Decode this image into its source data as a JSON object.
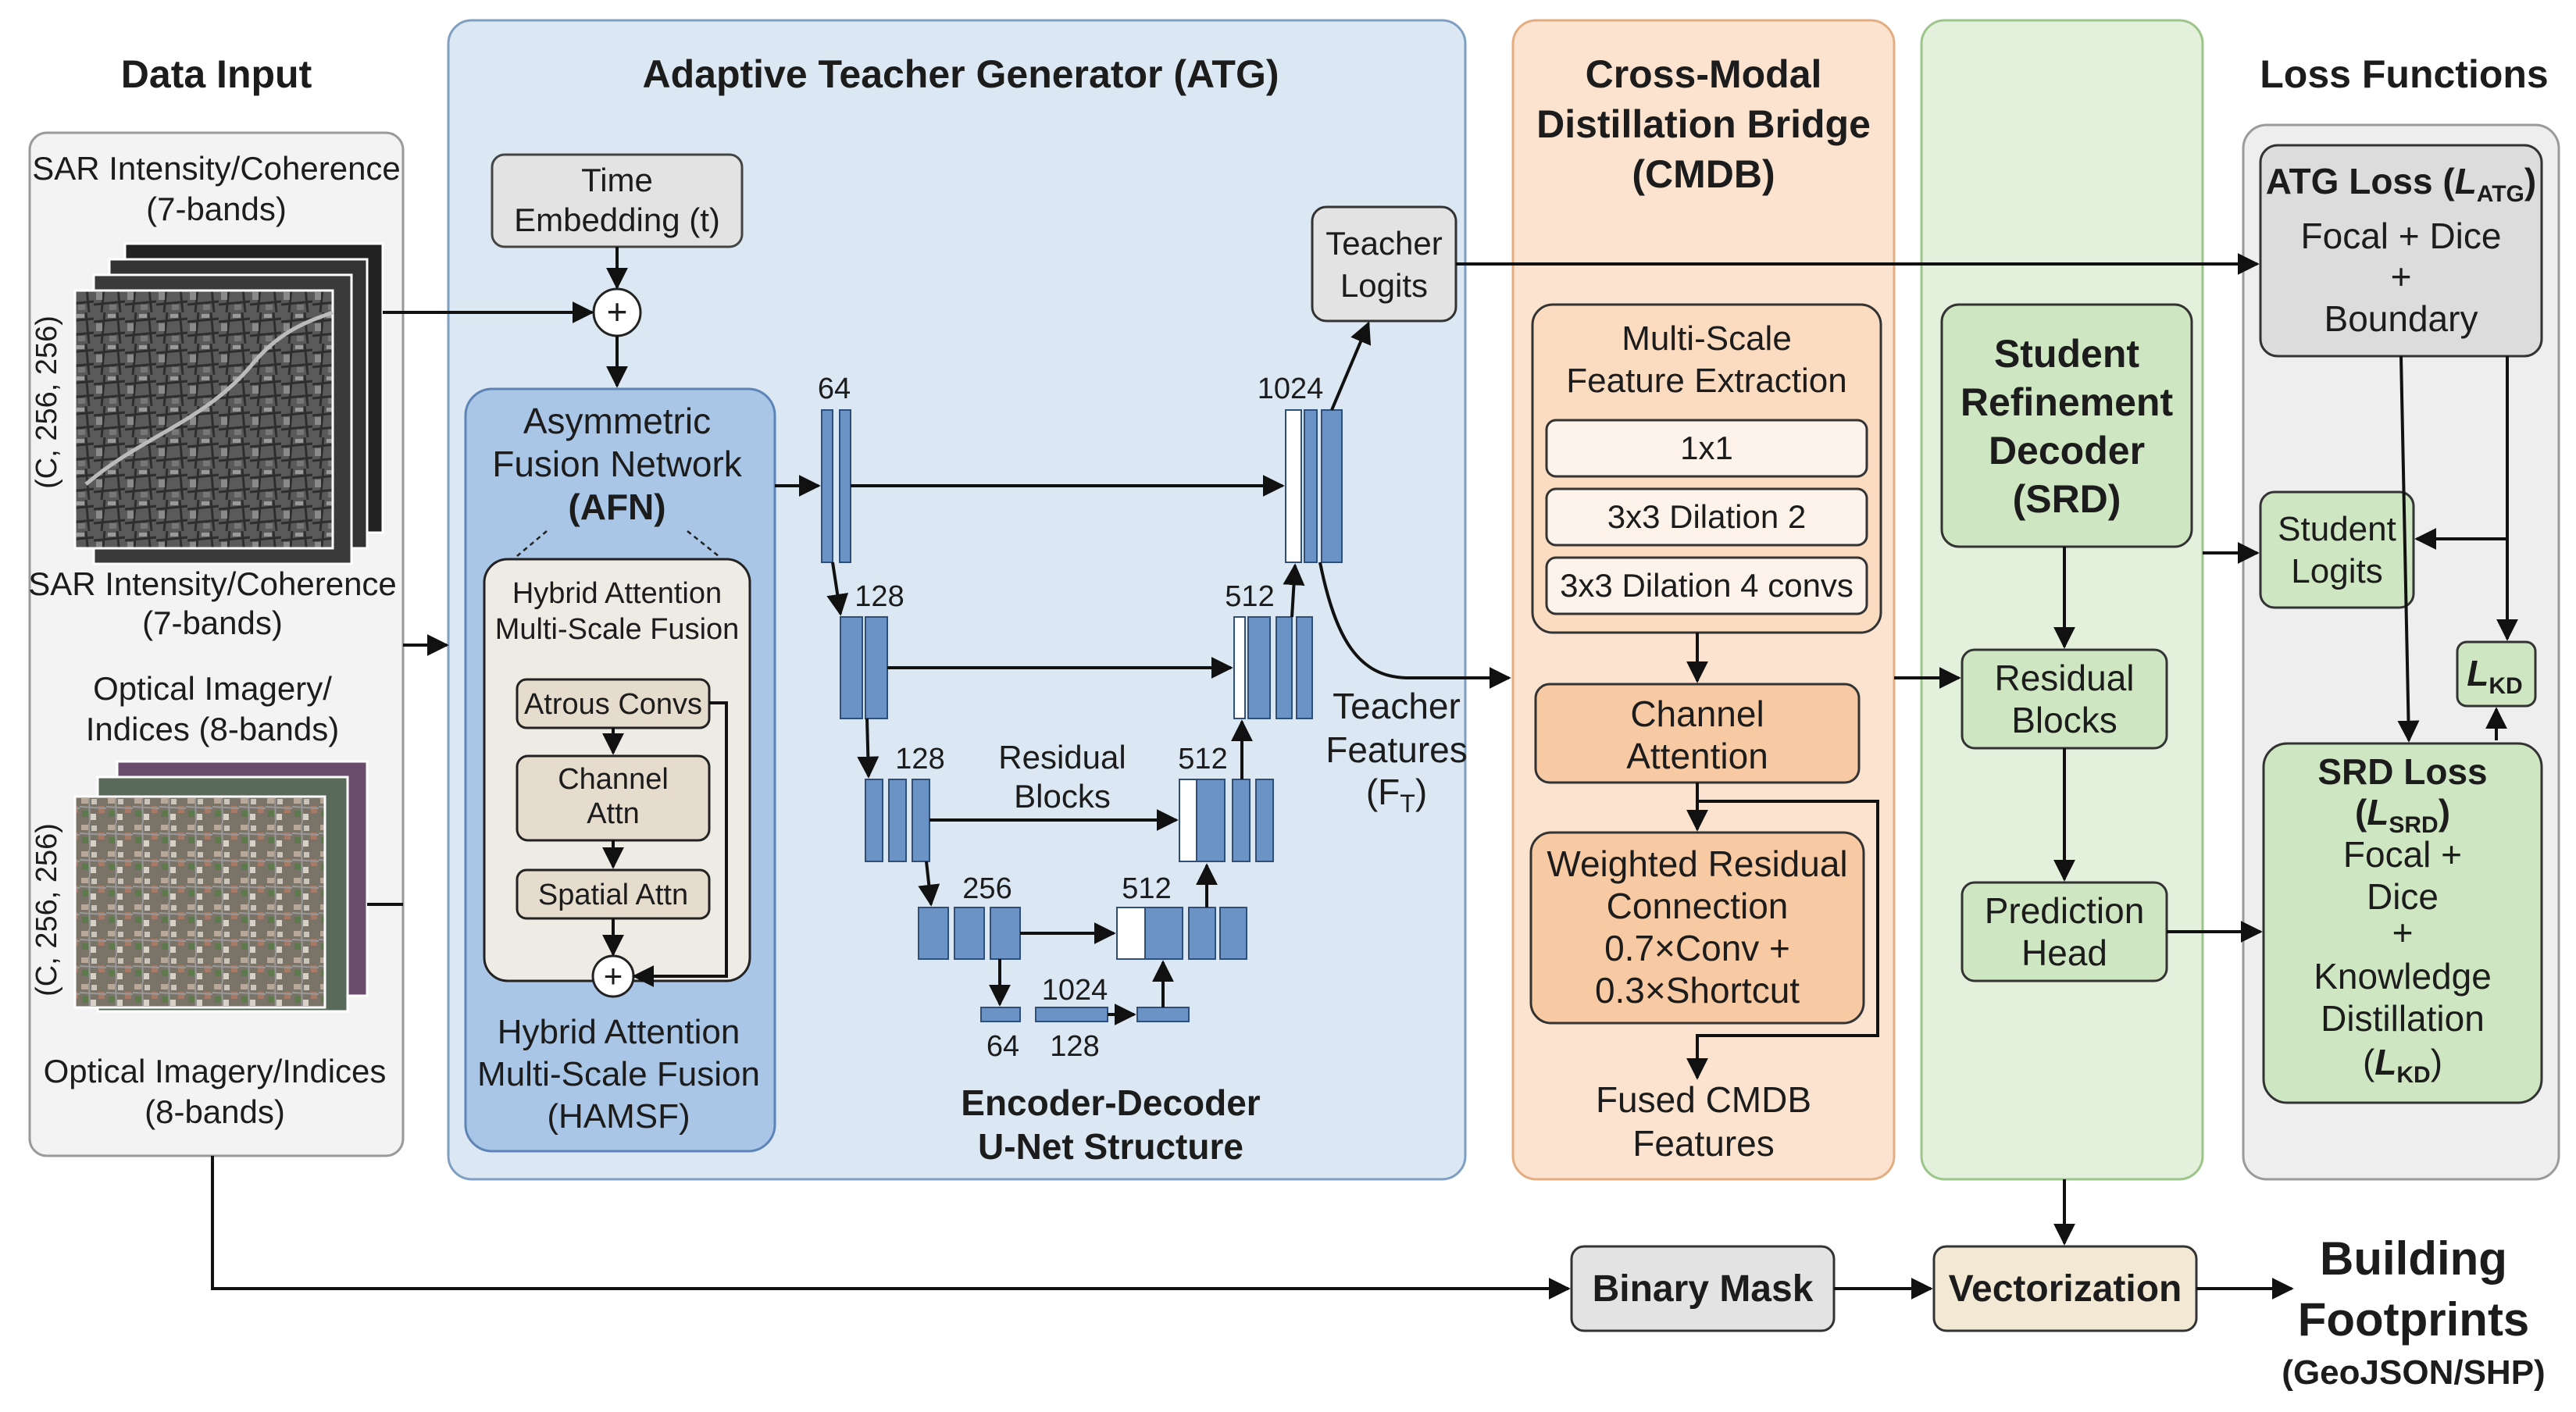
{
  "colors": {
    "panel_blue": "#dbe7f3",
    "panel_orange": "#fbe3cf",
    "panel_green": "#e3f0dc",
    "panel_gray": "#eeeeee",
    "block_blue": "#6b93c5",
    "box_orange": "#f8caa3",
    "box_green": "#cfe6c2",
    "box_beige": "#f2e8d4"
  },
  "data_input": {
    "title": "Data Input",
    "sar_top_line1": "SAR Intensity/Coherence",
    "sar_top_line2": "(7-bands)",
    "sar_dim": "(C, 256, 256)",
    "sar_bottom_line1": "SAR Intensity/Coherence",
    "sar_bottom_line2": "(7-bands)",
    "opt_top_line1": "Optical Imagery/",
    "opt_top_line2": "Indices (8-bands)",
    "opt_dim": "(C, 256, 256)",
    "opt_bottom_line1": "Optical Imagery/Indices",
    "opt_bottom_line2": "(8-bands)"
  },
  "atg": {
    "title": "Adaptive Teacher Generator (ATG)",
    "time_line1": "Time",
    "time_line2": "Embedding (t)",
    "plus": "+",
    "afn_line1": "Asymmetric",
    "afn_line2": "Fusion Network",
    "afn_line3": "(AFN)",
    "hamsf_inner_line1": "Hybrid Attention",
    "hamsf_inner_line2": "Multi-Scale Fusion",
    "atrous": "Atrous Convs",
    "channel_line1": "Channel",
    "channel_line2": "Attn",
    "spatial": "Spatial Attn",
    "hamsf_line1": "Hybrid Attention",
    "hamsf_line2": "Multi-Scale Fusion",
    "hamsf_line3": "(HAMSF)",
    "teacher_logits_line1": "Teacher",
    "teacher_logits_line2": "Logits",
    "teacher_feat_line1": "Teacher",
    "teacher_feat_line2": "Features",
    "teacher_feat_line3": "(F",
    "teacher_feat_sub": "T",
    "teacher_feat_close": ")",
    "residual_line1": "Residual",
    "residual_line2": "Blocks",
    "unet_line1": "Encoder-Decoder",
    "unet_line2": "U-Net Structure",
    "ch_64": "64",
    "ch_128a": "128",
    "ch_128b": "128",
    "ch_256": "256",
    "ch_1024_bottom": "1024",
    "ch_64_bottom": "64",
    "ch_128_bottom": "128",
    "ch_512a": "512",
    "ch_512b": "512",
    "ch_512c": "512",
    "ch_1024_top": "1024"
  },
  "cmdb": {
    "title_line1": "Cross-Modal",
    "title_line2": "Distillation Bridge",
    "title_line3": "(CMDB)",
    "msfe_line1": "Multi-Scale",
    "msfe_line2": "Feature Extraction",
    "conv1": "1x1",
    "conv2": "3x3 Dilation 2",
    "conv3": "3x3 Dilation 4 convs",
    "ca_line1": "Channel",
    "ca_line2": "Attention",
    "wrc_line1": "Weighted Residual",
    "wrc_line2": "Connection",
    "wrc_line3": "0.7×Conv +",
    "wrc_line4": "0.3×Shortcut",
    "fused_line1": "Fused CMDB",
    "fused_line2": "Features"
  },
  "srd": {
    "title_line1": "Student",
    "title_line2": "Refinement",
    "title_line3": "Decoder",
    "title_line4": "(SRD)",
    "res_line1": "Residual",
    "res_line2": "Blocks",
    "pred_line1": "Prediction",
    "pred_line2": "Head"
  },
  "loss": {
    "title": "Loss Functions",
    "atg_loss_prefix": "ATG Loss (",
    "atg_loss_L": "L",
    "atg_loss_sub": "ATG",
    "atg_loss_close": ")",
    "atg_l2": "Focal + Dice",
    "atg_l3": "+",
    "atg_l4": "Boundary",
    "student_line1": "Student",
    "student_line2": "Logits",
    "lkd_L": "L",
    "lkd_sub": "KD",
    "srd_loss_l1": "SRD Loss",
    "srd_loss_open": "(",
    "srd_loss_L": "L",
    "srd_loss_sub": "SRD",
    "srd_loss_close": ")",
    "srd_l3": "Focal +",
    "srd_l4": "Dice",
    "srd_l5": "+",
    "srd_l6": "Knowledge",
    "srd_l7": "Distillation",
    "srd_l8_open": "(",
    "srd_l8_L": "L",
    "srd_l8_sub": "KD",
    "srd_l8_close": ")"
  },
  "bottom": {
    "binary_mask": "Binary Mask",
    "vectorization": "Vectorization",
    "bf_line1": "Building",
    "bf_line2": "Footprints",
    "bf_line3": "(GeoJSON/SHP)"
  }
}
